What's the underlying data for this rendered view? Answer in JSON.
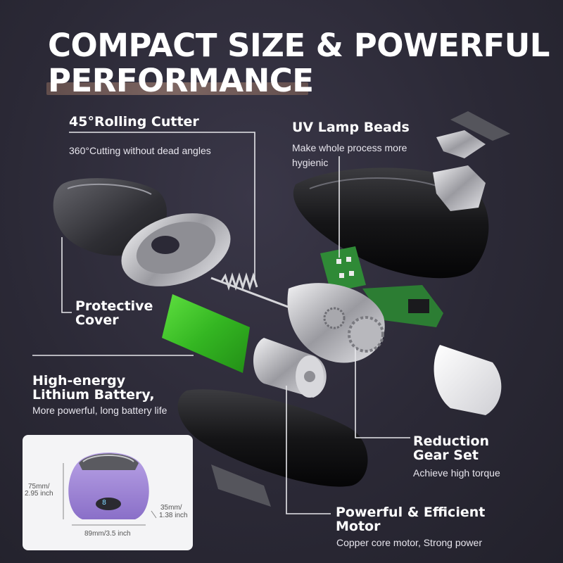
{
  "title": {
    "line1": "COMPACT SIZE & POWERFUL",
    "line2": "PERFORMANCE"
  },
  "features": {
    "rolling_cutter": {
      "heading": "45°Rolling Cutter",
      "sub": "360°Cutting without dead angles"
    },
    "uv_lamp": {
      "heading": "UV Lamp Beads",
      "sub_line1": "Make whole process more",
      "sub_line2": "hygienic"
    },
    "protective_cover": {
      "heading_line1": "Protective",
      "heading_line2": "Cover"
    },
    "battery": {
      "heading_line1": "High-energy",
      "heading_line2": "Lithium Battery,",
      "sub": "More powerful, long battery life"
    },
    "gear_set": {
      "heading_line1": "Reduction",
      "heading_line2": "Gear Set",
      "sub": "Achieve high torque"
    },
    "motor": {
      "heading_line1": "Powerful & Efficient",
      "heading_line2": "Motor",
      "sub": "Copper core motor, Strong power"
    }
  },
  "dimensions": {
    "height_mm": "75mm/",
    "height_in": "2.95 inch",
    "depth_mm": "35mm/",
    "depth_in": "1.38 inch",
    "width": "89mm/3.5 inch",
    "display_value": "8"
  },
  "colors": {
    "battery_green": "#3fbf2a",
    "device_purple": "#a48ad6",
    "background": "#2b2936",
    "leader_line": "#e6e6ea"
  }
}
